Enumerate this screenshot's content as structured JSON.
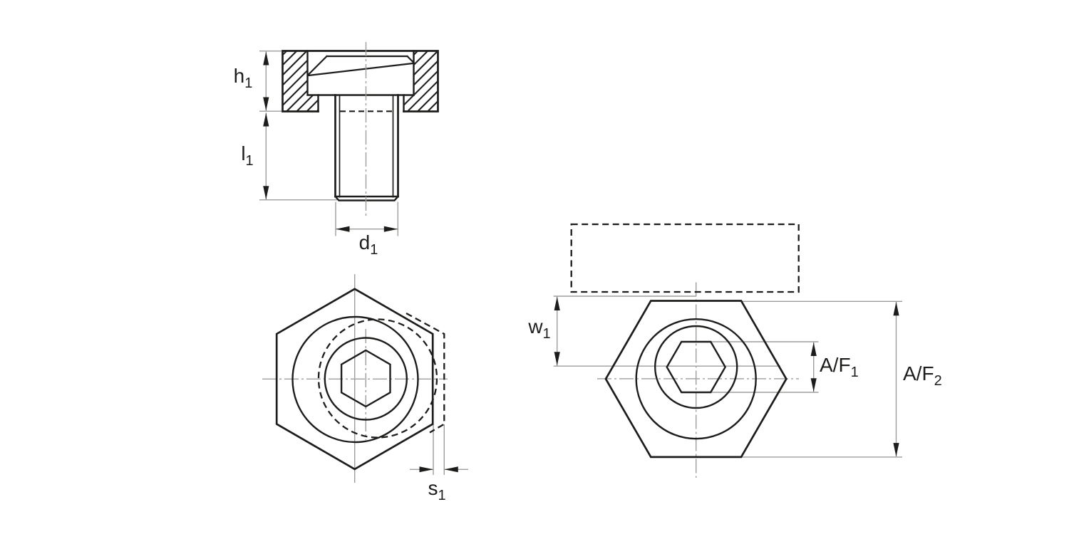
{
  "drawing": {
    "type": "technical-dimension-drawing",
    "views": {
      "front_section": "sectioned side view of knob with embedded screw",
      "bottom_view": "hexagon bottom view with eccentric socket and flipped position shown dashed",
      "top_view": "hexagon top view with dashed body outline and across-flats dimensions"
    },
    "labels": {
      "h1": {
        "main": "h",
        "sub": "1"
      },
      "l1": {
        "main": "l",
        "sub": "1"
      },
      "d1": {
        "main": "d",
        "sub": "1"
      },
      "s1": {
        "main": "s",
        "sub": "1"
      },
      "w1": {
        "main": "w",
        "sub": "1"
      },
      "af1": {
        "main": "A/F",
        "sub": "1"
      },
      "af2": {
        "main": "A/F",
        "sub": "2"
      }
    },
    "colors": {
      "line": "#1d1d1b",
      "dimension": "#9d9d9c",
      "background": "#ffffff"
    }
  }
}
